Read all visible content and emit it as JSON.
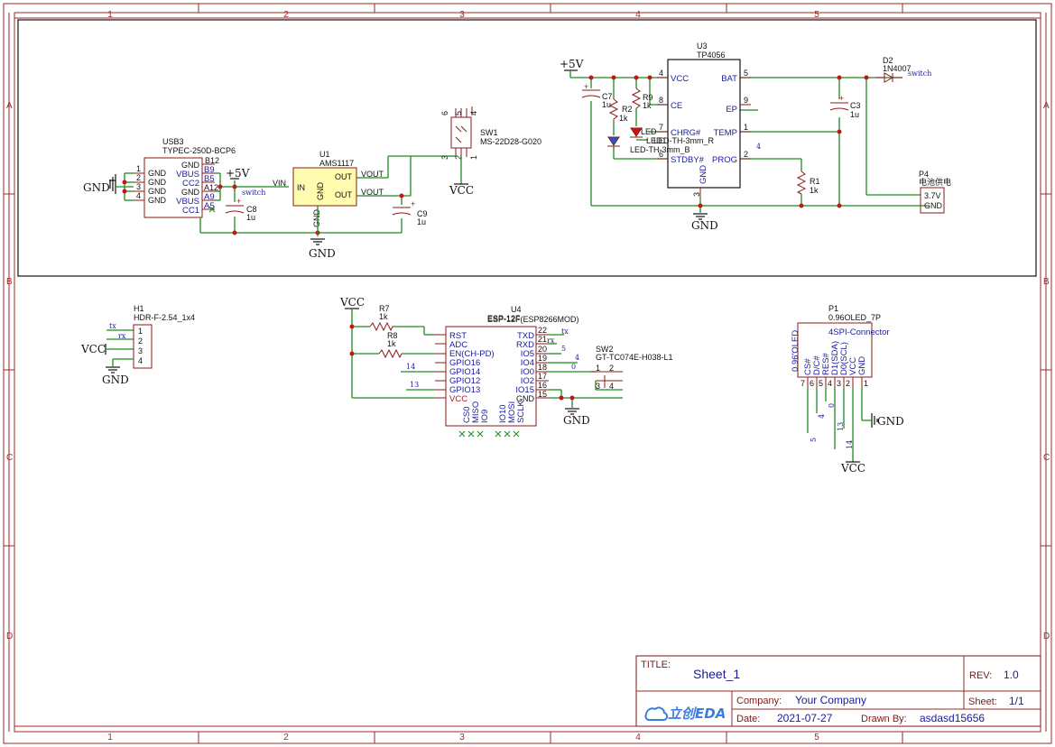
{
  "frame": {
    "columns": [
      "1",
      "2",
      "3",
      "4",
      "5"
    ],
    "rows": [
      "A",
      "B",
      "C",
      "D"
    ]
  },
  "usb3": {
    "ref": "USB3",
    "value": "TYPEC-250D-BCP6",
    "left_pins": [
      {
        "num": "1",
        "name": "GND"
      },
      {
        "num": "2",
        "name": "GND"
      },
      {
        "num": "3",
        "name": "GND"
      },
      {
        "num": "4",
        "name": "GND"
      }
    ],
    "right_pins": [
      {
        "num": "B12",
        "name": "GND"
      },
      {
        "num": "B9",
        "name": "VBUS"
      },
      {
        "num": "B5",
        "name": "CC2"
      },
      {
        "num": "A12",
        "name": "GND"
      },
      {
        "num": "A9",
        "name": "VBUS"
      },
      {
        "num": "A5",
        "name": "CC1"
      }
    ]
  },
  "u1": {
    "ref": "U1",
    "value": "AMS1117",
    "vin": "VIN",
    "in": "IN",
    "gnd": "GND",
    "out1": "OUT",
    "out2": "OUT",
    "vout1": "VOUT",
    "vout2": "VOUT",
    "gnd_pin": "GND"
  },
  "c8": {
    "ref": "C8",
    "value": "1u"
  },
  "c9": {
    "ref": "C9",
    "value": "1u"
  },
  "sw1": {
    "ref": "SW1",
    "value": "MS-22D28-G020",
    "pins_top": [
      "6",
      "5",
      "4"
    ],
    "pins_bot": [
      "3",
      "2",
      "1"
    ]
  },
  "u3": {
    "ref": "U3",
    "value": "TP4056",
    "left_pins": [
      {
        "num": "4",
        "name": "VCC"
      },
      {
        "num": "8",
        "name": "CE"
      },
      {
        "num": "7",
        "name": "CHRG#"
      },
      {
        "num": "6",
        "name": "STDBY#"
      }
    ],
    "right_pins": [
      {
        "num": "5",
        "name": "BAT"
      },
      {
        "num": "9",
        "name": "EP"
      },
      {
        "num": "1",
        "name": "TEMP"
      },
      {
        "num": "2",
        "name": "PROG"
      }
    ],
    "bottom": {
      "num": "3",
      "name": "GND"
    },
    "marker": "4"
  },
  "c7": {
    "ref": "C7",
    "value": "1u"
  },
  "r2": {
    "ref": "R2",
    "value": "1k"
  },
  "r9": {
    "ref": "R9",
    "value": "1k"
  },
  "led1": {
    "ref": "LED1",
    "value": "LED-TH-3mm_R",
    "prefix": "LED"
  },
  "led2": {
    "ref": "LED2",
    "value": "LED-TH-3mm_B"
  },
  "r1": {
    "ref": "R1",
    "value": "1k"
  },
  "c3": {
    "ref": "C3",
    "value": "1u"
  },
  "d2": {
    "ref": "D2",
    "value": "1N4007"
  },
  "p4": {
    "ref": "P4",
    "value": "电池供电",
    "pins": [
      "3.7V",
      "GND"
    ]
  },
  "h1": {
    "ref": "H1",
    "value": "HDR-F-2.54_1x4",
    "pins": [
      "1",
      "2",
      "3",
      "4"
    ]
  },
  "r7": {
    "ref": "R7",
    "value": "1k"
  },
  "r8": {
    "ref": "R8",
    "value": "1k"
  },
  "u4": {
    "ref": "U4",
    "value": "ESP-12F(ESP8266MOD)",
    "value_overlap": "ESP-12F",
    "left_pins": [
      "RST",
      "ADC",
      "EN(CH-PD)",
      "GPIO16",
      "GPIO14",
      "GPIO12",
      "GPIO13",
      "VCC"
    ],
    "right_pins": [
      {
        "num": "22",
        "name": "TXD"
      },
      {
        "num": "21",
        "name": "RXD"
      },
      {
        "num": "20",
        "name": "IO5"
      },
      {
        "num": "19",
        "name": "IO4"
      },
      {
        "num": "18",
        "name": "IO0"
      },
      {
        "num": "17",
        "name": "IO2"
      },
      {
        "num": "16",
        "name": "IO15"
      },
      {
        "num": "15",
        "name": "GND"
      }
    ],
    "bottom_names": [
      "CS0",
      "MISO",
      "IO9",
      "IO10",
      "MOSI",
      "SCLK"
    ]
  },
  "sw2": {
    "ref": "SW2",
    "value": "GT-TC074E-H038-L1",
    "pins": [
      "1",
      "2",
      "3",
      "4"
    ]
  },
  "p1": {
    "ref": "P1",
    "value": "0.96OLED_7P",
    "title": "4SPI-Connector",
    "side": "0.96'OLED",
    "pins": [
      {
        "num": "7",
        "name": "CS#"
      },
      {
        "num": "6",
        "name": "D/C#"
      },
      {
        "num": "5",
        "name": "RES#"
      },
      {
        "num": "4",
        "name": "D1(SDA)"
      },
      {
        "num": "3",
        "name": "D0(SCL)"
      },
      {
        "num": "2",
        "name": "VCC"
      },
      {
        "num": "1",
        "name": "GND"
      }
    ]
  },
  "nets": {
    "gnd": "GND",
    "vcc": "VCC",
    "v5": "+5V",
    "switch": "switch",
    "tx": "tx",
    "rx": "rx",
    "n5": "5",
    "n4": "4",
    "n0": "0",
    "n14": "14",
    "n13": "13"
  },
  "titleblock": {
    "title_label": "TITLE:",
    "title": "Sheet_1",
    "rev_label": "REV:",
    "rev": "1.0",
    "company_label": "Company:",
    "company": "Your Company",
    "sheet_label": "Sheet:",
    "sheet": "1/1",
    "date_label": "Date:",
    "date": "2021-07-27",
    "drawn_label": "Drawn By:",
    "drawn": "asdasd15656",
    "logo": "立创EDA"
  }
}
